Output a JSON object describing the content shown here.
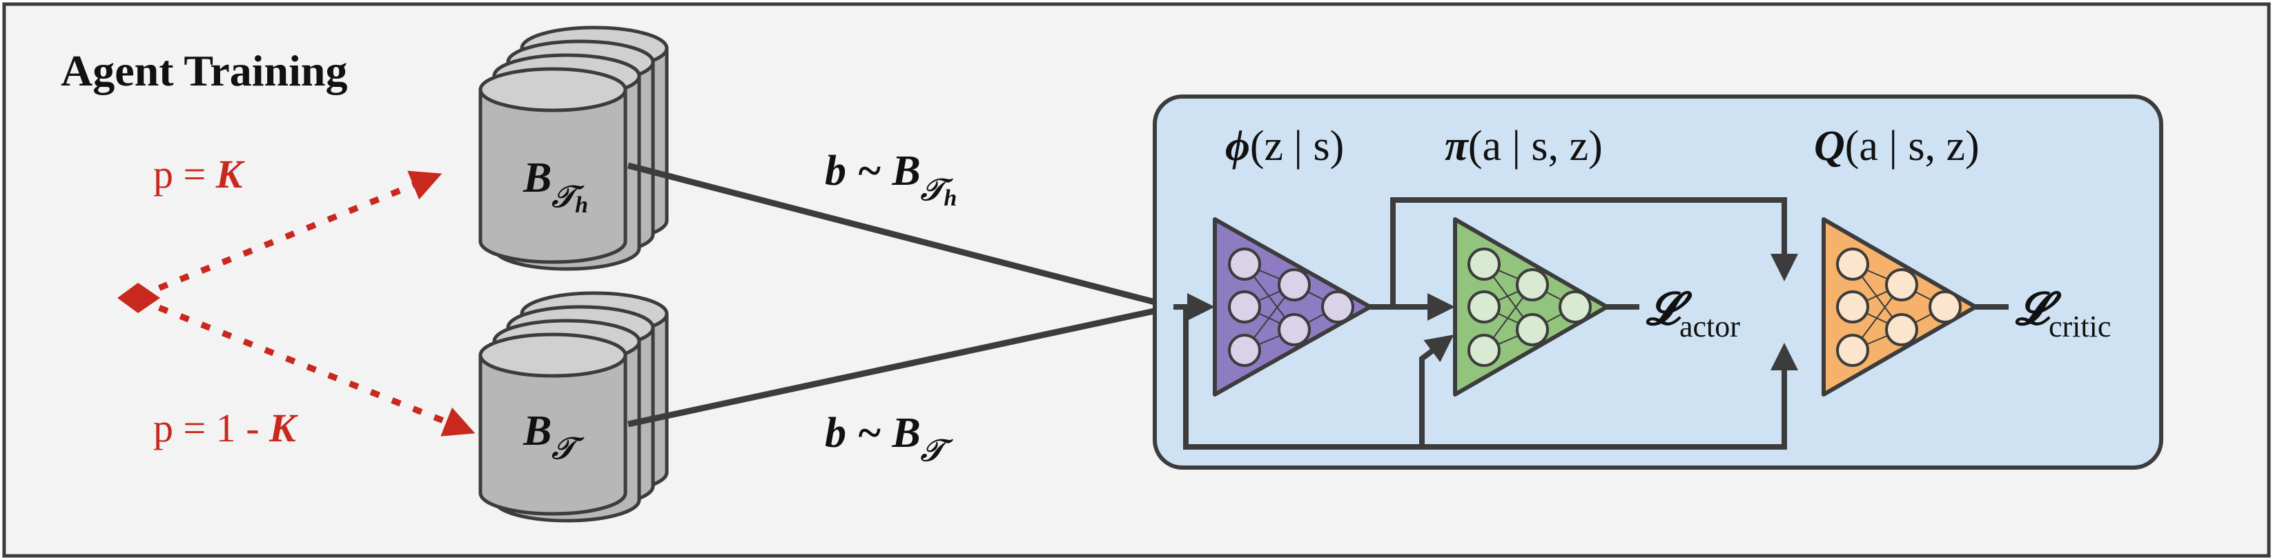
{
  "title": "Agent Training",
  "sampling": {
    "top_prob_prefix": "p = ",
    "top_prob_var": "K",
    "bottom_prob_prefix": "p = 1 - ",
    "bottom_prob_var": "K"
  },
  "buffers": {
    "hindsight": {
      "symbol": "B",
      "subscript": "𝒯",
      "sub_sub": "h"
    },
    "standard": {
      "symbol": "B",
      "subscript": "𝒯"
    }
  },
  "batch_labels": {
    "top": {
      "text": "b ~ B",
      "subscript": "𝒯",
      "sub_sub": "h"
    },
    "bottom": {
      "text": "b ~ B",
      "subscript": "𝒯"
    }
  },
  "networks": {
    "encoder": {
      "symbol": "ϕ",
      "args": "(z | s)",
      "color": "#8e7cc3"
    },
    "actor": {
      "symbol": "π",
      "args": "(a | s, z)",
      "color": "#93c47d"
    },
    "critic": {
      "symbol": "Q",
      "args": "(a | s, z)",
      "color": "#f6b26b"
    }
  },
  "losses": {
    "actor": {
      "symbol": "𝓛",
      "subscript": "actor"
    },
    "critic": {
      "symbol": "𝓛",
      "subscript": "critic"
    }
  },
  "colors": {
    "panel_fill": "#cfe2f3",
    "red": "#c8281e",
    "cylinder": "#b7b7b7",
    "line": "#3c3c3c"
  }
}
